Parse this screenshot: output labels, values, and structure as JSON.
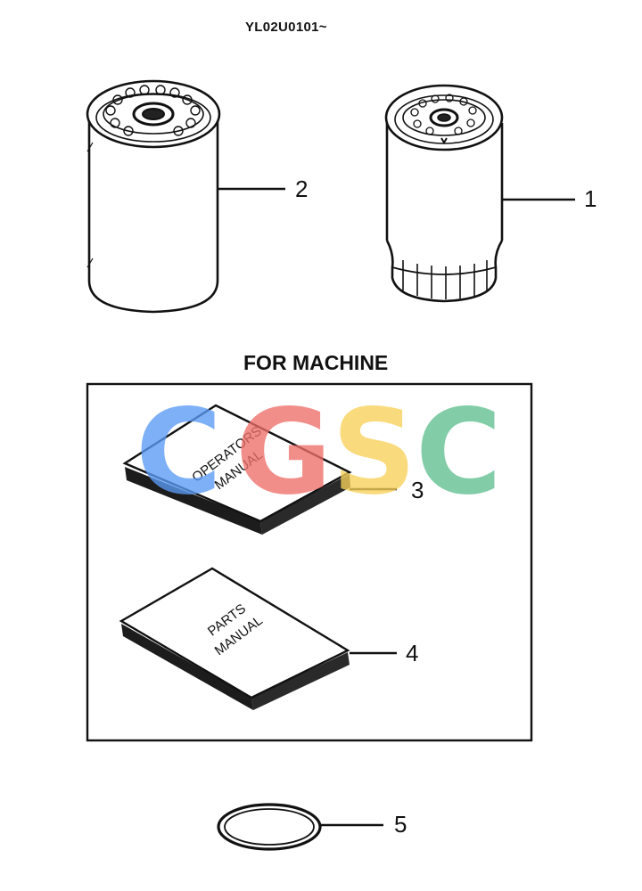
{
  "header": {
    "serial_range": "YL02U0101~"
  },
  "section": {
    "title": "FOR MACHINE"
  },
  "callouts": {
    "c1": "1",
    "c2": "2",
    "c3": "3",
    "c4": "4",
    "c5": "5"
  },
  "manuals": {
    "operators_line1": "OPERATORS",
    "operators_line2": "MANUAL",
    "parts_line1": "PARTS",
    "parts_line2": "MANUAL"
  },
  "watermark": {
    "letters": [
      "C",
      "G",
      "S",
      "C"
    ],
    "colors": [
      "#5b9bf5",
      "#ef6f6a",
      "#f8d25a",
      "#5fbf8f"
    ]
  }
}
